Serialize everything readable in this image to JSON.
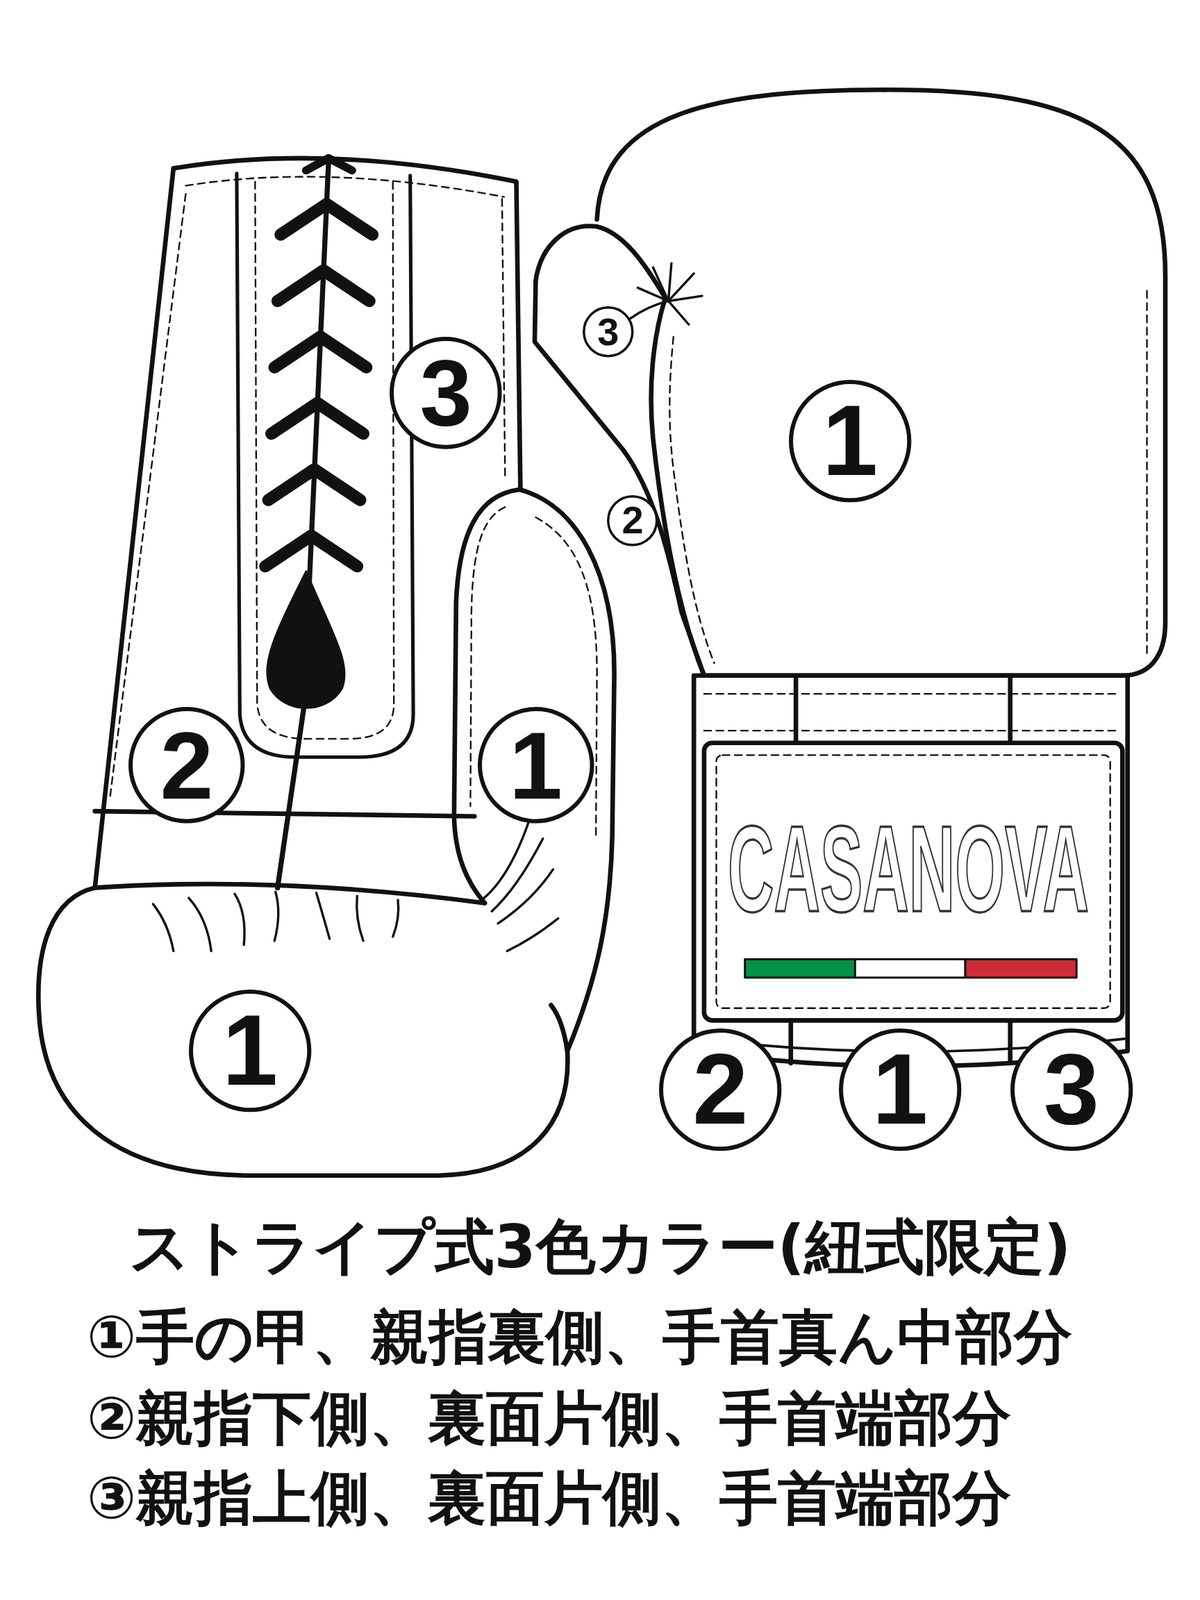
{
  "diagram": {
    "title": "ストライプ式3色カラー(紐式限定)",
    "nodes": [
      {
        "text": [
          "3"
        ]
      },
      {
        "text": [
          "3"
        ]
      },
      {
        "text": [
          "1"
        ]
      },
      {
        "text": [
          "2"
        ]
      },
      {
        "text": [
          "2"
        ]
      },
      {
        "text": [
          "1"
        ]
      },
      {
        "text": [
          "1"
        ]
      },
      {
        "text": [
          "2"
        ]
      },
      {
        "text": [
          "1"
        ]
      },
      {
        "text": [
          "3"
        ]
      }
    ],
    "labels": [
      "CASANOVA",
      "①手の甲、親指裏側、手首真ん中部分",
      "②親指下側、裏面片側、手首端部分",
      "③親指上側、裏面片側、手首端部分"
    ]
  }
}
